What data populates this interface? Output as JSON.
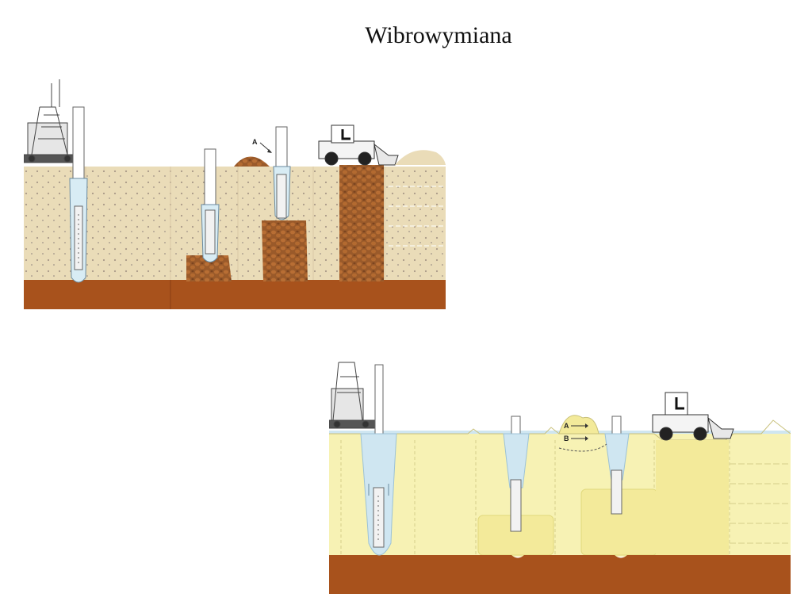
{
  "slide": {
    "title": "Wibrowymiana"
  },
  "top_panel": {
    "label_a": "A",
    "colors": {
      "sand": "#eadcb8",
      "gravel": "#9a5a2a",
      "base": "#a8521c",
      "tube": "#d8ecf4"
    }
  },
  "bottom_panel": {
    "label_a": "A",
    "label_b": "B",
    "colors": {
      "soil": "#f7f2b4",
      "water": "#cfe6f1",
      "base": "#a8521c",
      "compacted": "#f3ea9a"
    }
  }
}
